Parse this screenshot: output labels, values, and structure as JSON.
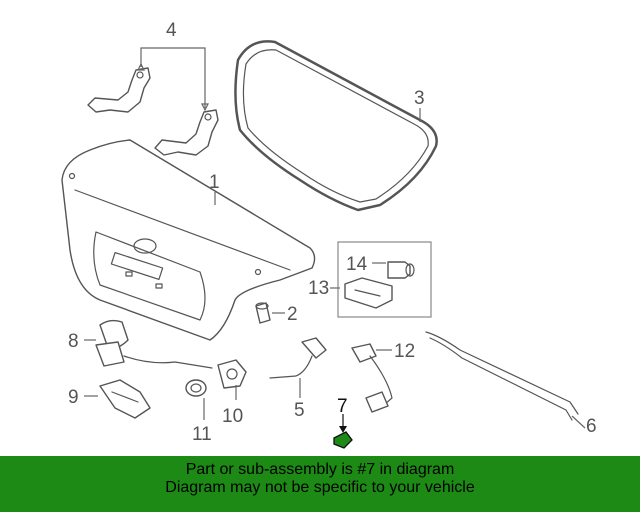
{
  "callouts": {
    "c1": "1",
    "c2": "2",
    "c3": "3",
    "c4": "4",
    "c5": "5",
    "c6": "6",
    "c7": "7",
    "c8": "8",
    "c9": "9",
    "c10": "10",
    "c11": "11",
    "c12": "12",
    "c13": "13",
    "c14": "14"
  },
  "banner": {
    "line1": "Part or sub-assembly is #7 in diagram",
    "line2": "Diagram may not be specific to your vehicle"
  },
  "colors": {
    "banner_bg": "#1c8a15",
    "highlight_part": "#1c8a15",
    "line": "#555555"
  }
}
